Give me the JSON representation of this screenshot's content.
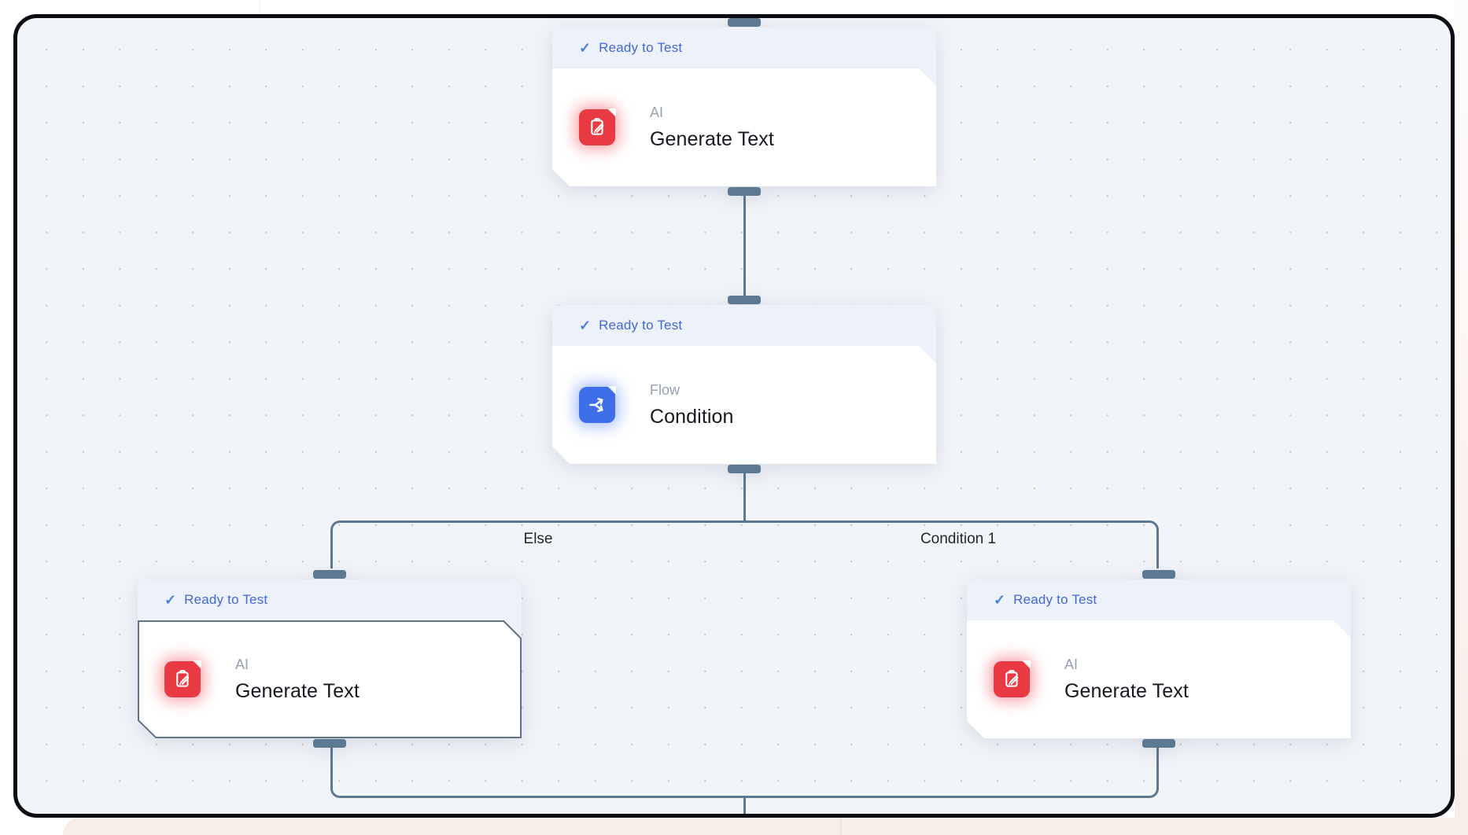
{
  "canvas": {
    "name": "workflow-canvas"
  },
  "nodes": [
    {
      "id": "generate-text-top",
      "status": "Ready to Test",
      "category": "AI",
      "title": "Generate Text",
      "icon": "clipboard-pen-icon",
      "selected": false
    },
    {
      "id": "condition",
      "status": "Ready to Test",
      "category": "Flow",
      "title": "Condition",
      "icon": "split-arrows-icon",
      "selected": false
    },
    {
      "id": "generate-text-else",
      "status": "Ready to Test",
      "category": "AI",
      "title": "Generate Text",
      "icon": "clipboard-pen-icon",
      "selected": true
    },
    {
      "id": "generate-text-cond",
      "status": "Ready to Test",
      "category": "AI",
      "title": "Generate Text",
      "icon": "clipboard-pen-icon",
      "selected": false
    }
  ],
  "edges": {
    "else_label": "Else",
    "condition_label": "Condition 1"
  },
  "icons": {
    "check": "✓"
  },
  "colors": {
    "ai_accent": "#e93a43",
    "flow_accent": "#3e6fe8",
    "status_text": "#4268d4",
    "status_bg": "#edf1fa",
    "edge": "#5d7992",
    "canvas_bg": "#f1f4f8",
    "frame_border": "#0c0d12",
    "category_text": "#97a1af",
    "title_text": "#16191f",
    "page_bottom": "#f8ece7"
  }
}
